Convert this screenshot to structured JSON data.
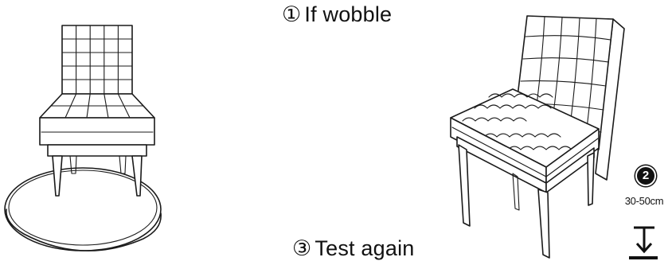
{
  "captions": {
    "step1_num": "①",
    "step1_text": "If wobble",
    "step3_num": "③",
    "step3_text": "Test again"
  },
  "step2": {
    "badge": "2",
    "distance": "30-50cm"
  },
  "icons": {
    "left": "chair-on-round-platform",
    "right": "tufted-chair-perspective",
    "floor": "drop-to-floor-arrow"
  }
}
